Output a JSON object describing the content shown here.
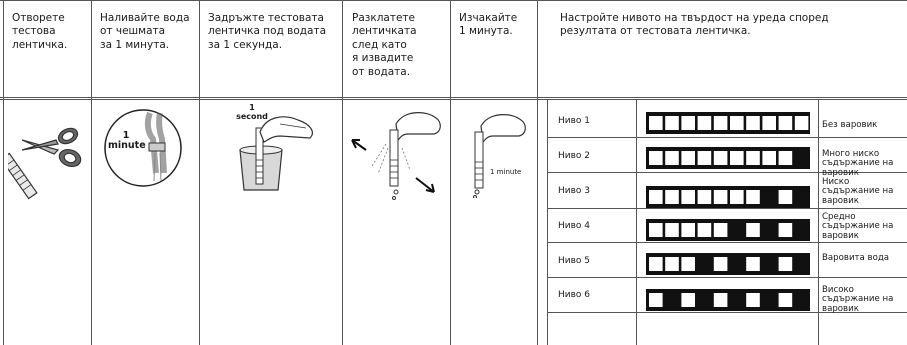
{
  "steps": [
    {
      "text": "Отворете\nтестова\nлентичка."
    },
    {
      "text": "Наливайте вода\nот чешмата\nза 1 минута."
    },
    {
      "text": "Задръжте тестовата\nлентичка под водата\nза 1 секунда."
    },
    {
      "text": "Разклатете\nлентичката\nслед като\nя извадите\nот водата."
    },
    {
      "text": "Изчакайте\n1 минута."
    },
    {
      "text": "Настройте нивото на твърдост на уреда според\nрезултата от тестовата лентичка."
    }
  ],
  "illustrations": {
    "tap_label": "1\nminute",
    "dip_label": "1\nsecond",
    "wait_label": "1 minute"
  },
  "levels": [
    {
      "label": "Ниво 1",
      "hardness": "Без варовик",
      "dark_squares": 0
    },
    {
      "label": "Ниво 2",
      "hardness": "Много ниско\nсъдържание на\nваровик",
      "dark_squares": 1
    },
    {
      "label": "Ниво 3",
      "hardness": "Ниско\nсъдържание на\nваровик",
      "dark_squares": 2
    },
    {
      "label": "Ниво 4",
      "hardness": "Средно\nсъдържание на\nваровик",
      "dark_squares": 3
    },
    {
      "label": "Ниво 5",
      "hardness": "Варовита вода",
      "dark_squares": 4
    },
    {
      "label": "Ниво 6",
      "hardness": "Високо\nсъдържание на\nваровик",
      "dark_squares": 5
    }
  ]
}
